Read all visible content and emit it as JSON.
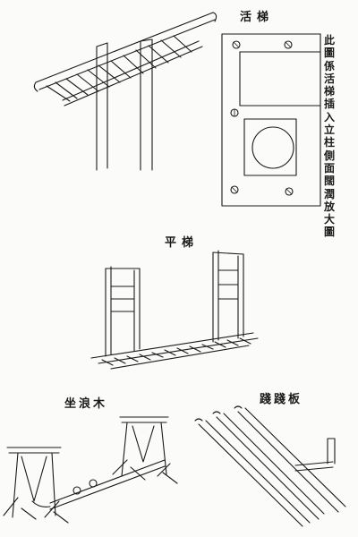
{
  "labels": {
    "movable_ladder": "活梯",
    "flat_ladder": "平梯",
    "seesaw": "坐浪木",
    "swing_boards": "踐踐板"
  },
  "note": "此圖係活梯插入立柱側面闊潤放大圖",
  "colors": {
    "ink": "#1a1a1a",
    "paper": "#fbfbf9"
  }
}
